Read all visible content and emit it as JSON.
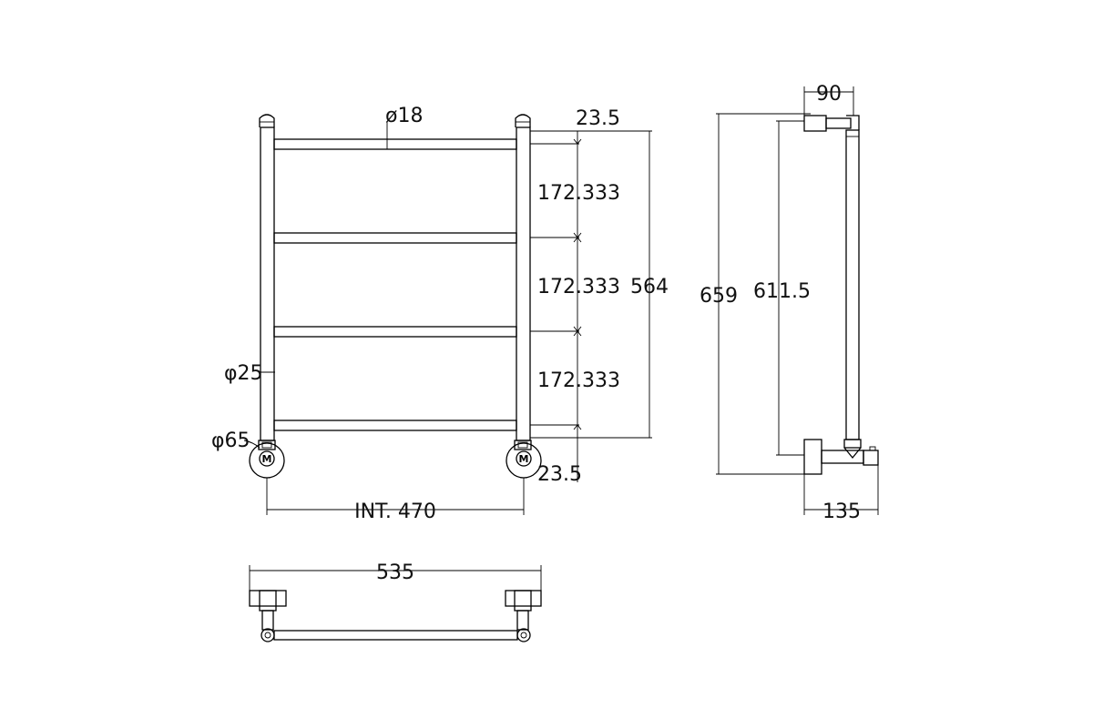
{
  "front_view": {
    "bar_diameter": "ø18",
    "rail_diameter": "φ25",
    "base_diameter": "φ65",
    "top_offset": "23.5",
    "spacing_1": "172.333",
    "spacing_2": "172.333",
    "spacing_3": "172.333",
    "bottom_offset": "23.5",
    "overall_bar_span": "564",
    "interior_width": "INT. 470",
    "base_mark_left": "M",
    "base_mark_right": "M"
  },
  "side_view": {
    "top_depth": "90",
    "overall_height": "659",
    "inner_height": "611.5",
    "bottom_depth": "135"
  },
  "top_view": {
    "overall_width": "535"
  }
}
